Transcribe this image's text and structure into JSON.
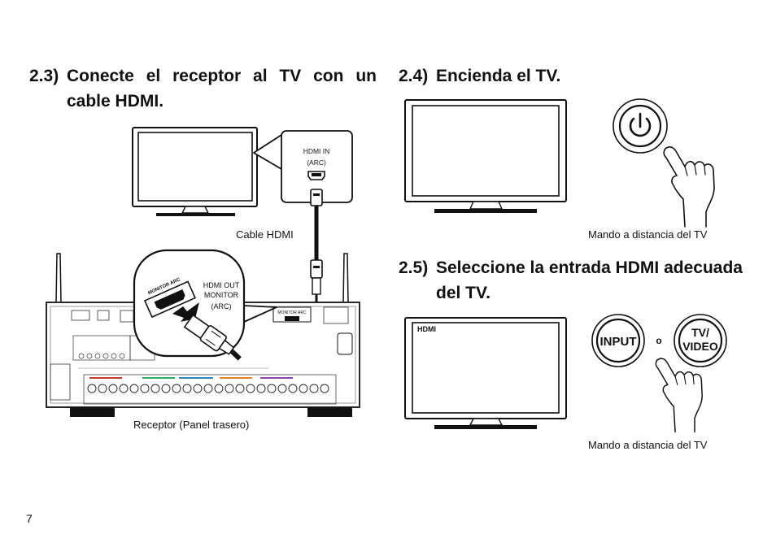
{
  "sections": {
    "s23": {
      "number": "2.3)",
      "title": "Conecte el receptor al TV con un cable HDMI."
    },
    "s24": {
      "number": "2.4)",
      "title": "Encienda el TV."
    },
    "s25": {
      "number": "2.5)",
      "title": "Seleccione la entrada HDMI adecuada del TV."
    }
  },
  "captions": {
    "cable": "Cable HDMI",
    "receiver": "Receptor (Panel trasero)",
    "remote_1": "Mando a distancia del TV",
    "remote_2": "Mando a distancia del TV"
  },
  "labels": {
    "hdmi_in": "HDMI IN",
    "hdmi_in_arc": "(ARC)",
    "hdmi_out_1": "HDMI OUT",
    "hdmi_out_2": "MONITOR",
    "hdmi_out_arc": "(ARC)",
    "port_silk": "MONITOR ARC",
    "tv_screen_hdmi": "HDMI",
    "input_button": "INPUT",
    "or": "o",
    "tv_video_1": "TV/",
    "tv_video_2": "VIDEO"
  },
  "icons": {
    "power": "power-icon",
    "hand": "pointing-hand-icon",
    "hdmi_plug": "hdmi-plug-icon",
    "antenna": "antenna-icon"
  },
  "page_number": "7"
}
